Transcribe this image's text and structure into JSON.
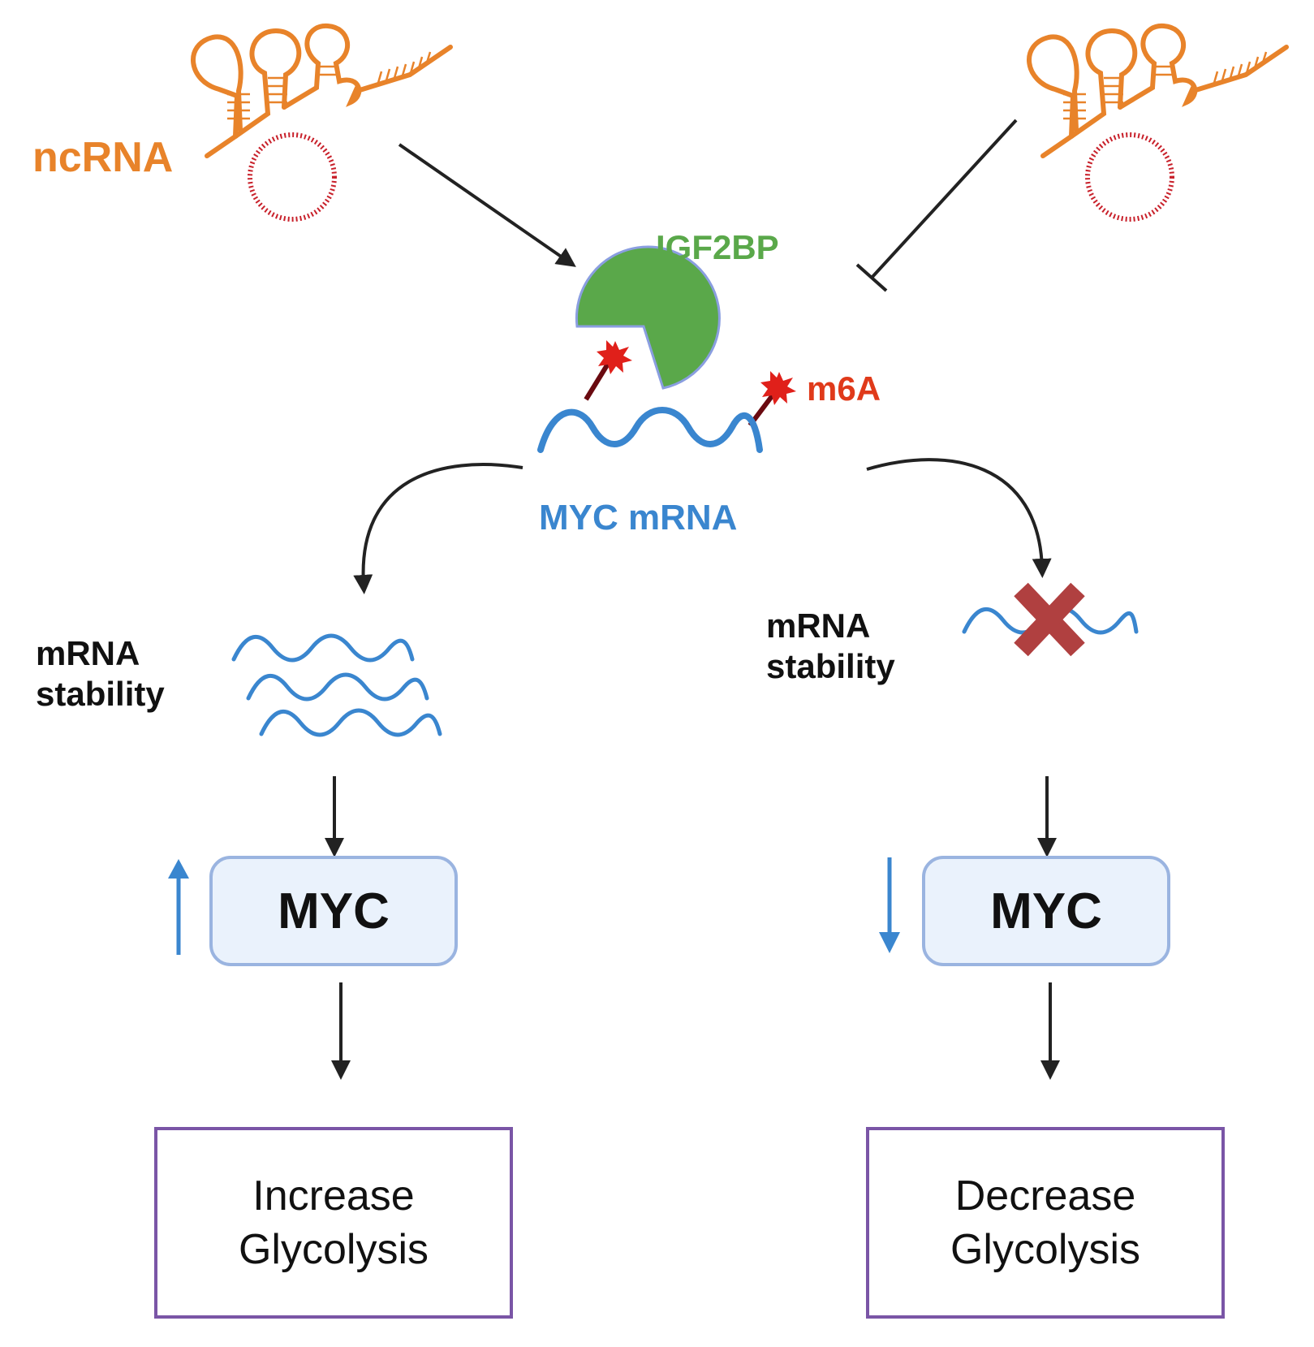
{
  "colors": {
    "ncrna": "#e8832a",
    "circrna": "#c8202a",
    "igf2bp": "#5aa84a",
    "m6a": "#e03a1a",
    "mrna": "#3a86cf",
    "arrow": "#222222",
    "up_down": "#3a86cf",
    "block_x": "#b04040",
    "myc_box_fill": "#eaf2fc",
    "myc_box_border": "#9ab4e0",
    "outcome_border": "#7a55a6"
  },
  "labels": {
    "ncrna": "ncRNA",
    "igf2bp": "IGF2BP",
    "m6a": "m6A",
    "myc_mrna": "MYC mRNA"
  },
  "left_branch": {
    "stability_line1": "mRNA",
    "stability_line2": "stability",
    "myc": "MYC",
    "trend": "up-arrow-icon",
    "outcome_line1": "Increase",
    "outcome_line2": "Glycolysis"
  },
  "right_branch": {
    "stability_line1": "mRNA",
    "stability_line2": "stability",
    "myc": "MYC",
    "trend": "down-arrow-icon",
    "blocked_icon": "cross-icon",
    "outcome_line1": "Decrease",
    "outcome_line2": "Glycolysis"
  }
}
